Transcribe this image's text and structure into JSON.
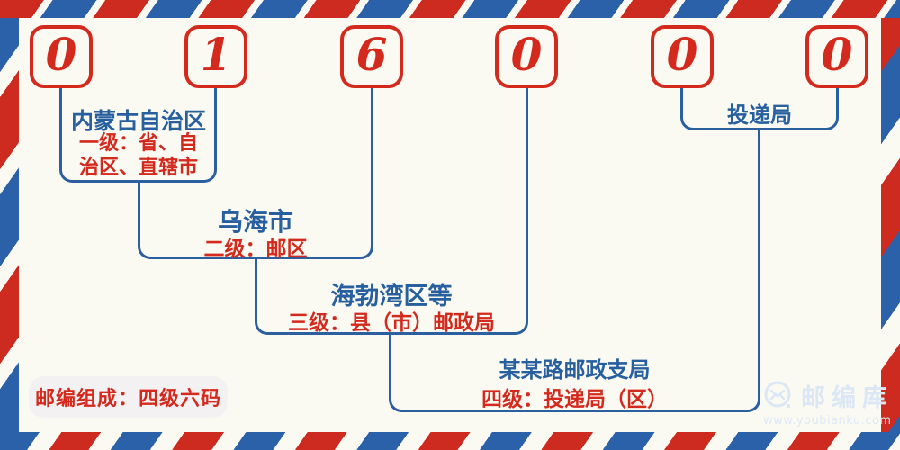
{
  "postal_code": {
    "digits": [
      "0",
      "1",
      "6",
      "0",
      "0",
      "0"
    ]
  },
  "levels": [
    {
      "title": "内蒙古自治区",
      "desc": "一级：省、自\n治区、直辖市"
    },
    {
      "title": "乌海市",
      "desc": "二级：邮区"
    },
    {
      "title": "海勃湾区等",
      "desc": "三级：县（市）邮政局"
    },
    {
      "title": "某某路邮政支局",
      "desc": "四级：投递局（区）"
    }
  ],
  "delivery_label": "投递局",
  "footer": {
    "composition_note": "邮编组成：四级六码"
  },
  "brand": {
    "name": "邮编库",
    "url": "www.youbianku.com",
    "icon": "envelope-circle-icon"
  },
  "colors": {
    "digit_red": "#d42a1e",
    "line_blue": "#2b5fa0",
    "title_blue": "#28609f",
    "desc_red": "#d42a1e",
    "stripe_red": "#ce2b20",
    "stripe_blue": "#2a61a8",
    "background": "#fbfaf2",
    "watermark_blue": "#d9e6f4",
    "pill_background": "#f4f1f3"
  }
}
